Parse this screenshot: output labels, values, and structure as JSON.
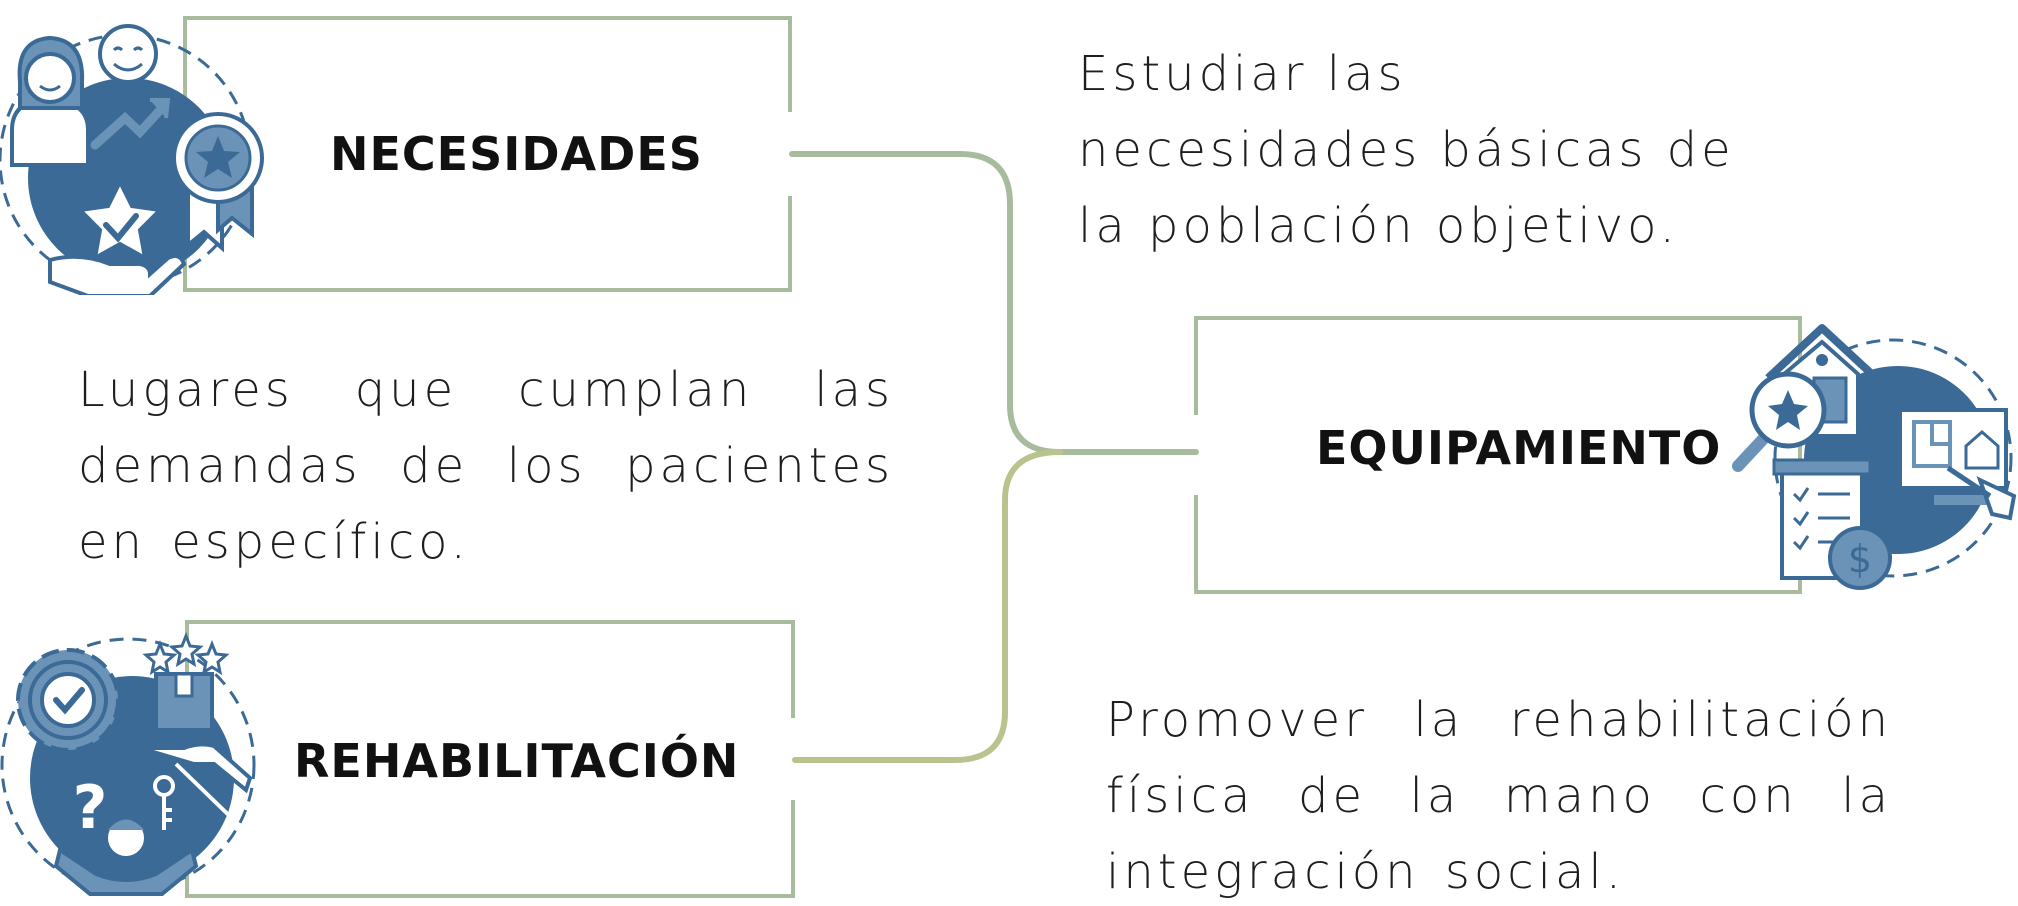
{
  "colors": {
    "box_border": "#a8bb9c",
    "connector": "#a8bb9c",
    "connector_lower": "#b8c38e",
    "icon_dark": "#3b6a96",
    "icon_mid": "#6b93b8",
    "icon_light": "#ffffff",
    "text": "#1e1e1e"
  },
  "nodes": {
    "necesidades": {
      "label": "NECESIDADES",
      "icon": "needs-satisfaction-icon",
      "description": "Estudiar las necesidades básicas de la población objetivo."
    },
    "equipamiento": {
      "label": "EQUIPAMIENTO",
      "icon": "equipment-planning-icon",
      "description": "Lugares que cumplan las demandas de los pacientes en específico."
    },
    "rehabilitacion": {
      "label": "REHABILITACIÓN",
      "icon": "rehabilitation-support-icon",
      "description": "Promover la rehabilitación física de la mano con la integración social."
    }
  }
}
